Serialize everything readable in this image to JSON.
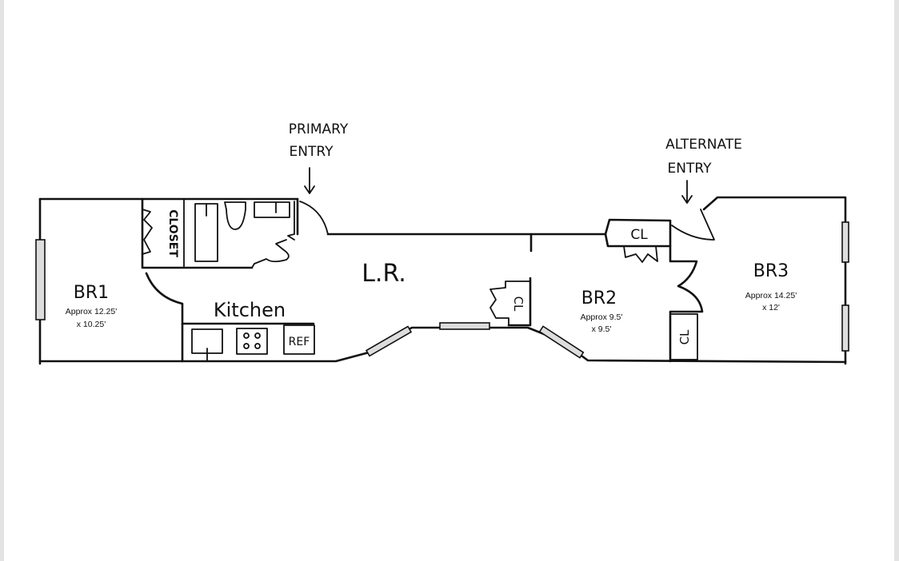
{
  "labels": {
    "primary_entry": [
      "PRIMARY",
      "ENTRY"
    ],
    "alternate_entry": [
      "ALTERNATE",
      "ENTRY"
    ],
    "living_room": "L.R.",
    "kitchen": "Kitchen",
    "closet": "CLOSET",
    "ref": "REF",
    "closet_short": "CL"
  },
  "rooms": [
    {
      "name": "BR1",
      "size": [
        "Approx 12.25'",
        "x 10.25'"
      ]
    },
    {
      "name": "BR2",
      "size": [
        "Approx 9.5'",
        "x 9.5'"
      ]
    },
    {
      "name": "BR3",
      "size": [
        "Approx 14.25'",
        "x 12'"
      ]
    }
  ]
}
